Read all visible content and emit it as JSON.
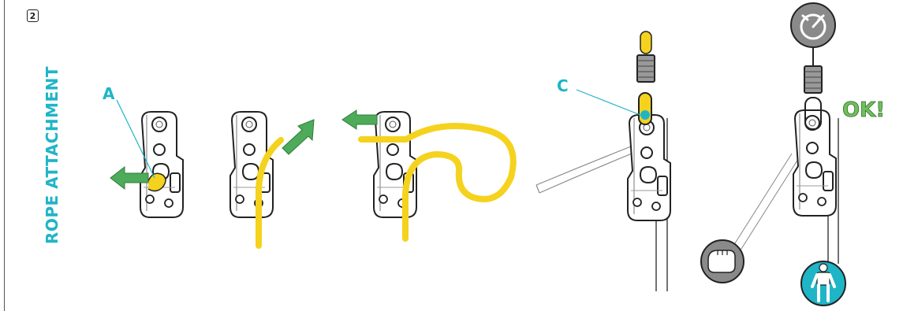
{
  "step_number": "2",
  "section_title": "ROPE ATTACHMENT",
  "callouts": {
    "a": "A",
    "c": "C"
  },
  "ok_text": "OK!",
  "colors": {
    "accent": "#1fb5c7",
    "rope": "#f5d21e",
    "arrow": "#4dab5a",
    "ok": "#6fc05a",
    "icon_grey": "#8a8a8a"
  },
  "icons": [
    "arrow-left-icon",
    "arrow-up-right-icon",
    "gauge-icon",
    "fist-icon",
    "worker-harness-icon"
  ]
}
